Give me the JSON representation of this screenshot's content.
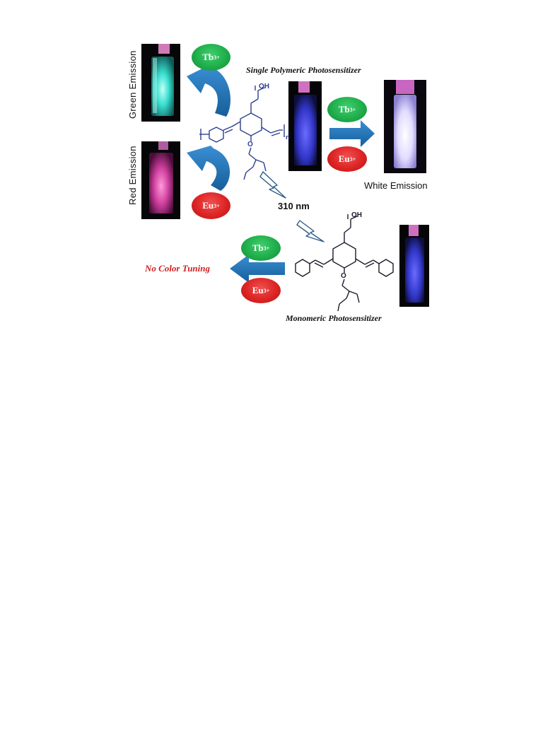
{
  "labels": {
    "green_emission": "Green Emission",
    "red_emission": "Red Emission",
    "single_polymeric": "Single Polymeric Photosensitizer",
    "white_emission": "White Emission",
    "wavelength": "310 nm",
    "no_color_tuning": "No Color Tuning",
    "monomeric": "Monomeric Photosensitizer"
  },
  "ions": {
    "tb_base": "Tb",
    "tb_charge": "3+",
    "eu_base": "Eu",
    "eu_charge": "3+"
  },
  "chemistry": {
    "oh": "OH",
    "o": "O",
    "n": "n"
  },
  "colors": {
    "arrow_blue": "#1f6fb0",
    "tb_green": "#1fae4b",
    "eu_red": "#dd2424",
    "title_red": "#d21f1f",
    "structure_blue": "#2b3f8f"
  }
}
